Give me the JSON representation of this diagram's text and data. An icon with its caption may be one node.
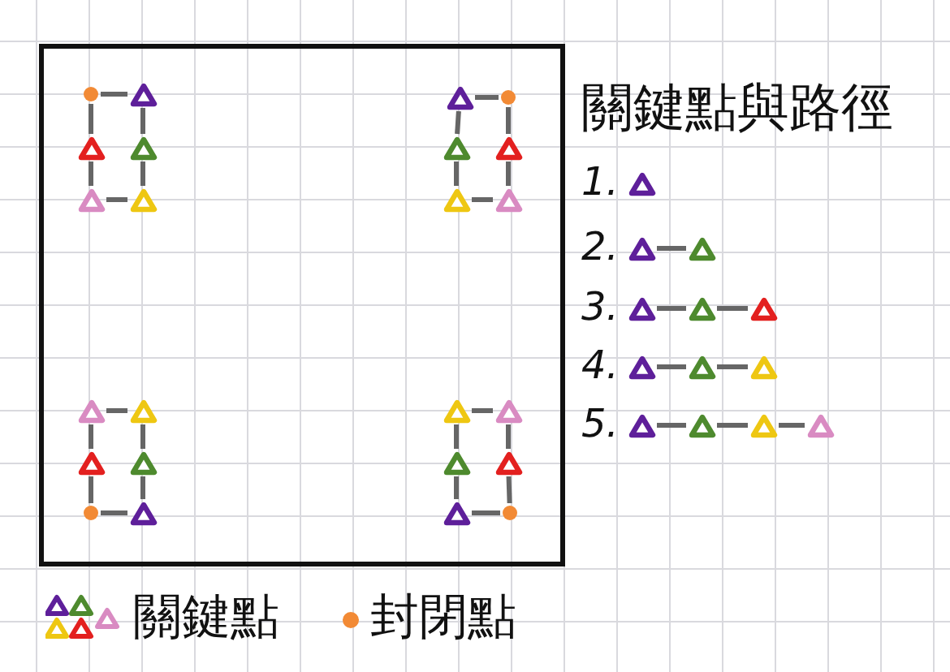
{
  "diagram": {
    "title": "關鍵點與路徑",
    "nodes": [
      {
        "text": [],
        "shape": "box"
      },
      {
        "text": [],
        "shape": "circle",
        "in": 0
      },
      {
        "text": [],
        "shape": "triangle",
        "in": 0
      },
      {
        "text": [],
        "shape": "triangle",
        "in": 0
      },
      {
        "text": [],
        "shape": "triangle",
        "in": 0
      },
      {
        "text": [],
        "shape": "triangle",
        "in": 0
      },
      {
        "text": [],
        "shape": "triangle",
        "in": 0
      },
      {
        "text": [],
        "shape": "triangle",
        "in": 0
      },
      {
        "text": [],
        "shape": "circle",
        "in": 0
      },
      {
        "text": [],
        "shape": "triangle",
        "in": 0
      },
      {
        "text": [],
        "shape": "triangle",
        "in": 0
      },
      {
        "text": [],
        "shape": "triangle",
        "in": 0
      },
      {
        "text": [],
        "shape": "triangle",
        "in": 0
      },
      {
        "text": [],
        "shape": "triangle",
        "in": 0
      },
      {
        "text": [],
        "shape": "triangle",
        "in": 0
      },
      {
        "text": [],
        "shape": "triangle",
        "in": 0
      },
      {
        "text": [],
        "shape": "triangle",
        "in": 0
      },
      {
        "text": [],
        "shape": "circle",
        "in": 0
      },
      {
        "text": [],
        "shape": "triangle",
        "in": 0
      },
      {
        "text": [],
        "shape": "triangle",
        "in": 0
      },
      {
        "text": [],
        "shape": "triangle",
        "in": 0
      },
      {
        "text": [],
        "shape": "triangle",
        "in": 0
      },
      {
        "text": [],
        "shape": "triangle",
        "in": 0
      },
      {
        "text": [],
        "shape": "triangle",
        "in": 0
      },
      {
        "text": [],
        "shape": "circle",
        "in": 0
      },
      {
        "text": [],
        "shape": "triangle"
      },
      {
        "text": [],
        "shape": "triangle"
      },
      {
        "text": [],
        "shape": "triangle"
      },
      {
        "text": [],
        "shape": "triangle"
      },
      {
        "text": [],
        "shape": "triangle"
      },
      {
        "text": [],
        "shape": "triangle"
      },
      {
        "text": [],
        "shape": "triangle"
      },
      {
        "text": [],
        "shape": "triangle"
      },
      {
        "text": [],
        "shape": "triangle"
      },
      {
        "text": [],
        "shape": "triangle"
      },
      {
        "text": [],
        "shape": "triangle"
      },
      {
        "text": [],
        "shape": "triangle"
      },
      {
        "text": [],
        "shape": "triangle"
      }
    ],
    "edges": [
      {
        "from": 1,
        "to": 2,
        "arrow": "none"
      },
      {
        "from": 2,
        "to": 4,
        "arrow": "none"
      },
      {
        "from": 4,
        "to": 6,
        "arrow": "none"
      },
      {
        "from": 6,
        "to": 5,
        "arrow": "none"
      },
      {
        "from": 5,
        "to": 3,
        "arrow": "none"
      },
      {
        "from": 3,
        "to": 1,
        "arrow": "none"
      },
      {
        "from": 7,
        "to": 8,
        "arrow": "none"
      },
      {
        "from": 8,
        "to": 10,
        "arrow": "none"
      },
      {
        "from": 10,
        "to": 12,
        "arrow": "none"
      },
      {
        "from": 12,
        "to": 11,
        "arrow": "none"
      },
      {
        "from": 11,
        "to": 9,
        "arrow": "none"
      },
      {
        "from": 9,
        "to": 7,
        "arrow": "none"
      },
      {
        "from": 13,
        "to": 14,
        "arrow": "none"
      },
      {
        "from": 14,
        "to": 16,
        "arrow": "none"
      },
      {
        "from": 16,
        "to": 18,
        "arrow": "none"
      },
      {
        "from": 18,
        "to": 17,
        "arrow": "none"
      },
      {
        "from": 17,
        "to": 15,
        "arrow": "none"
      },
      {
        "from": 15,
        "to": 13,
        "arrow": "none"
      },
      {
        "from": 19,
        "to": 20,
        "arrow": "none"
      },
      {
        "from": 20,
        "to": 22,
        "arrow": "none"
      },
      {
        "from": 22,
        "to": 24,
        "arrow": "none"
      },
      {
        "from": 24,
        "to": 23,
        "arrow": "none"
      },
      {
        "from": 23,
        "to": 21,
        "arrow": "none"
      },
      {
        "from": 21,
        "to": 19,
        "arrow": "none"
      },
      {
        "from": 26,
        "to": 27,
        "arrow": "none"
      },
      {
        "from": 28,
        "to": 29,
        "arrow": "none"
      },
      {
        "from": 29,
        "to": 30,
        "arrow": "none"
      },
      {
        "from": 31,
        "to": 32,
        "arrow": "none"
      },
      {
        "from": 32,
        "to": 33,
        "arrow": "none"
      },
      {
        "from": 34,
        "to": 35,
        "arrow": "none"
      },
      {
        "from": 35,
        "to": 36,
        "arrow": "none"
      },
      {
        "from": 36,
        "to": 37,
        "arrow": "none"
      }
    ],
    "labels": [
      "1.",
      "2.",
      "3.",
      "4.",
      "5."
    ],
    "legend": [
      {
        "text": "關鍵點"
      },
      {
        "text": "封閉點"
      }
    ]
  }
}
